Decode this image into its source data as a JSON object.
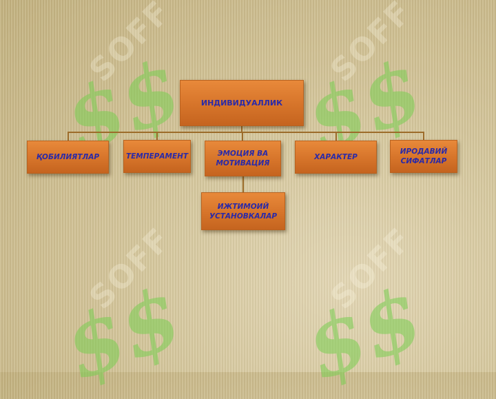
{
  "watermark": {
    "text": "SOFF",
    "glyph": "$$"
  },
  "diagram": {
    "root": "ИНДИВИДУАЛЛИК",
    "children": [
      "ҚОБИЛИЯТЛАР",
      "ТЕМПЕРАМЕНТ",
      "ЭМОЦИЯ ВА\nМОТИВАЦИЯ",
      "ХАРАКТЕР",
      "ИРОДАВИЙ\nСИФАТЛАР"
    ],
    "sub_child": "ИЖТИМОИЙ\nУСТАНОВКАЛАР"
  },
  "colors": {
    "box_fill": "#d6742a",
    "box_text": "#2a2aa8",
    "connector": "#9c6c2a",
    "watermark_glyph": "#78cd50"
  }
}
